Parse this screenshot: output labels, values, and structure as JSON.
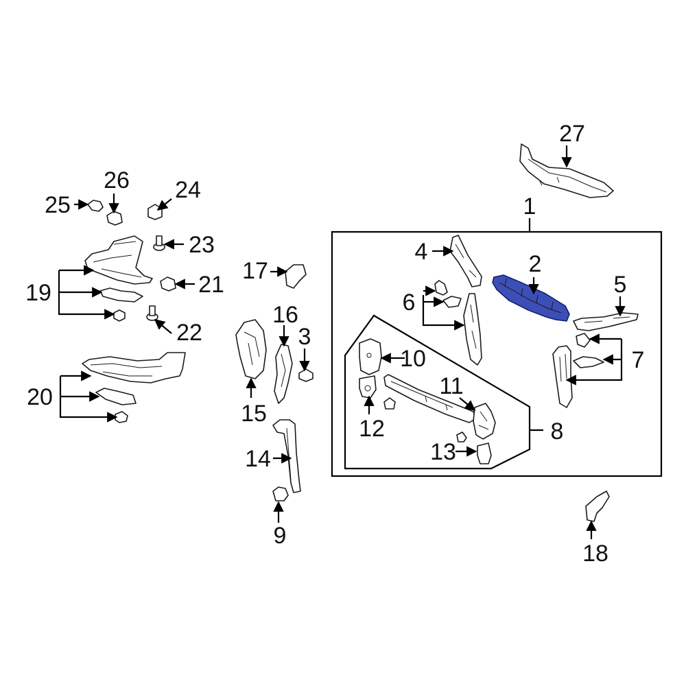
{
  "diagram": {
    "highlight_color": "#3c4fb7",
    "callouts": {
      "p1": "1",
      "p2": "2",
      "p3": "3",
      "p4": "4",
      "p5": "5",
      "p6": "6",
      "p7": "7",
      "p8": "8",
      "p9": "9",
      "p10": "10",
      "p11": "11",
      "p12": "12",
      "p13": "13",
      "p14": "14",
      "p15": "15",
      "p16": "16",
      "p17": "17",
      "p18": "18",
      "p19": "19",
      "p20": "20",
      "p21": "21",
      "p22": "22",
      "p23": "23",
      "p24": "24",
      "p25": "25",
      "p26": "26",
      "p27": "27"
    },
    "highlighted_part": "2"
  }
}
